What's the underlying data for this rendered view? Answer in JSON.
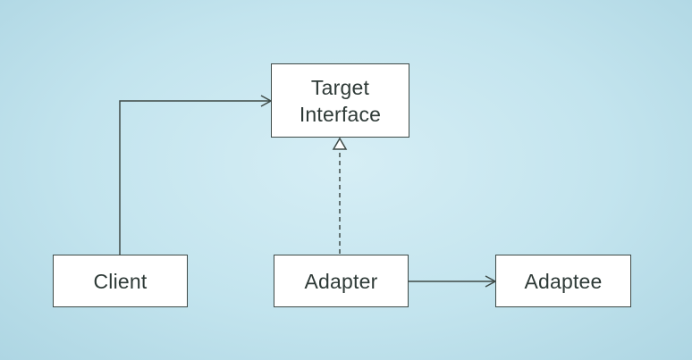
{
  "diagram": {
    "colors": {
      "background": "#c3e4ee",
      "box_fill": "#ffffff",
      "box_border": "#3e4a47",
      "line": "#3e4a47",
      "text": "#2e3a37"
    },
    "nodes": {
      "target": {
        "line1": "Target",
        "line2": "Interface"
      },
      "client": {
        "label": "Client"
      },
      "adapter": {
        "label": "Adapter"
      },
      "adaptee": {
        "label": "Adaptee"
      }
    },
    "edges": [
      {
        "from": "Client",
        "to": "Target Interface",
        "style": "solid",
        "head": "open-arrow"
      },
      {
        "from": "Adapter",
        "to": "Target Interface",
        "style": "dashed",
        "head": "hollow-triangle"
      },
      {
        "from": "Adapter",
        "to": "Adaptee",
        "style": "solid",
        "head": "open-arrow"
      }
    ]
  }
}
